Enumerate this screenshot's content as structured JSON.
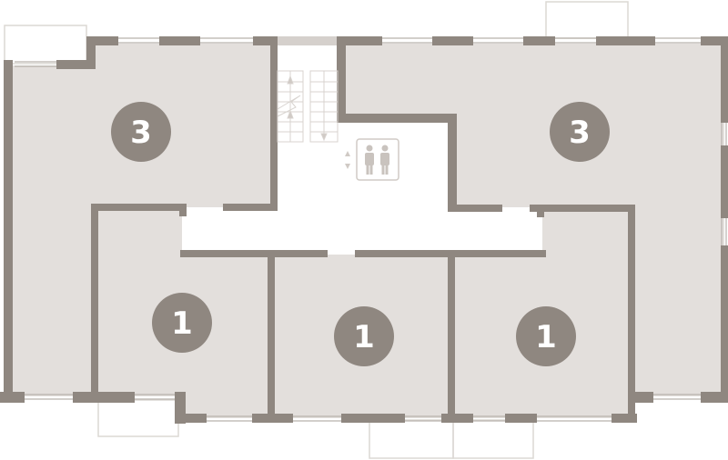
{
  "colors": {
    "wall": "#8f8780",
    "room_fill": "#e3dfdc",
    "stair_wall": "#d5d0cc",
    "fixture_lines": "#d8d3cf",
    "badge": "#8f8780",
    "badge_text": "#ffffff"
  },
  "apartments": [
    {
      "id": "apt-3-left",
      "rooms": "3"
    },
    {
      "id": "apt-3-right",
      "rooms": "3"
    },
    {
      "id": "apt-1-left",
      "rooms": "1"
    },
    {
      "id": "apt-1-center",
      "rooms": "1"
    },
    {
      "id": "apt-1-right",
      "rooms": "1"
    }
  ],
  "icons": {
    "stairs": "stairs-icon",
    "elevator": "elevator-icon",
    "elevator_arrows": "up-down-arrows-icon"
  }
}
